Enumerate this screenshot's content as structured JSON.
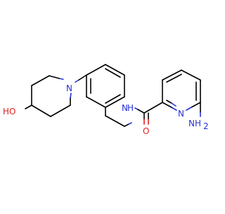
{
  "molecule": {
    "atom_labels": {
      "hydroxyl": "HO",
      "piperidine_n": "N",
      "amide_nh": "N",
      "amide_h": "H",
      "carbonyl_o": "O",
      "pyridine_n": "N",
      "amino": "NH",
      "amino_sub": "2"
    }
  },
  "colors": {
    "carbon_bond": "#000000",
    "nitrogen": "#2431D6",
    "oxygen": "#E02020",
    "background": "#FFFFFF"
  }
}
